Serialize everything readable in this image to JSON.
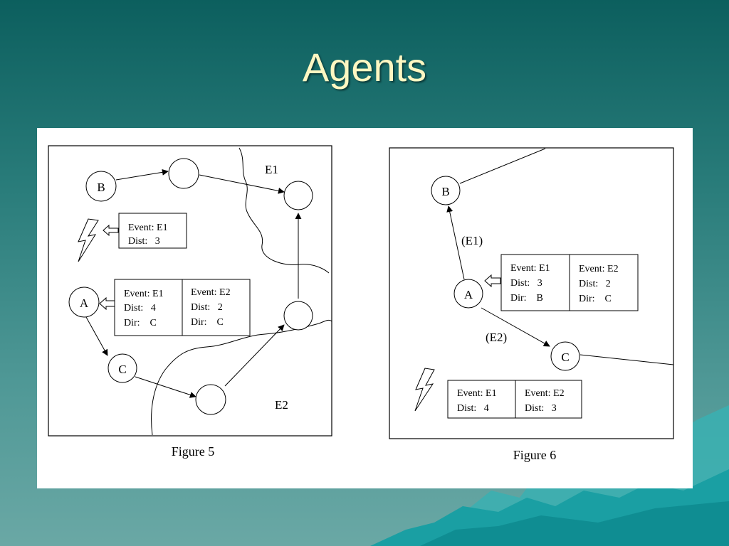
{
  "slide": {
    "title": "Agents",
    "colors": {
      "title": "#fdf7c2",
      "background_top": "#0c5f5e",
      "background_bottom": "#6aa8a5",
      "mountain": "#1a9fa3"
    }
  },
  "figure5": {
    "caption": "Figure 5",
    "nodes": {
      "b": "B",
      "a": "A",
      "c": "C"
    },
    "regions": {
      "e1": "E1",
      "e2": "E2"
    },
    "small_table": {
      "event": "Event: E1",
      "dist": "Dist:   3"
    },
    "agent_table": {
      "col1": {
        "event": "Event: E1",
        "dist": "Dist:   4",
        "dir": "Dir:    C"
      },
      "col2": {
        "event": "Event: E2",
        "dist": "Dist:   2",
        "dir": "Dir:    C"
      }
    }
  },
  "figure6": {
    "caption": "Figure 6",
    "nodes": {
      "b": "B",
      "a": "A",
      "c": "C"
    },
    "edge_labels": {
      "e1": "(E1)",
      "e2": "(E2)"
    },
    "agent_table": {
      "col1": {
        "event": "Event: E1",
        "dist": "Dist:   3",
        "dir": "Dir:    B"
      },
      "col2": {
        "event": "Event: E2",
        "dist": "Dist:   2",
        "dir": "Dir:    C"
      }
    },
    "bottom_table": {
      "col1": {
        "event": "Event: E1",
        "dist": "Dist:   4"
      },
      "col2": {
        "event": "Event: E2",
        "dist": "Dist:   3"
      }
    }
  }
}
